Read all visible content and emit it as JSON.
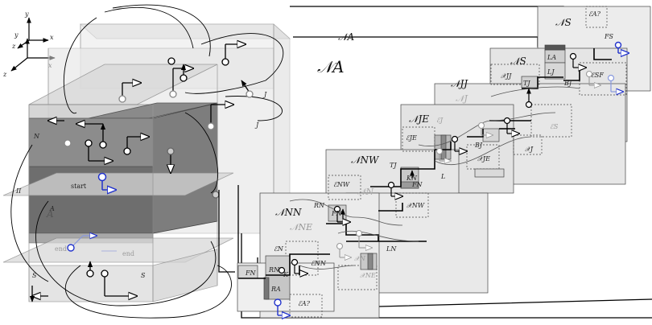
{
  "axes": {
    "y": "y",
    "x": "x",
    "z": "z"
  },
  "left_cube": {
    "label_N": "N",
    "label_J_top": "J",
    "label_J_mid": "J",
    "label_II": "II",
    "label_A": "A",
    "label_A_shadow": "A",
    "label_S_left": "S",
    "label_S_right": "S",
    "start": "start",
    "end_left": "end",
    "end_right": "end"
  },
  "right_tree": {
    "NA_big": "𝒩A",
    "NA_top": "𝒩A",
    "NS_top": "𝒩S",
    "NS_mid": "𝒩S",
    "EA_top": "ℰA?",
    "FS": "FS",
    "LA": "LA",
    "LJ": "LJ",
    "XJJ": "𝒳JJ",
    "TJ": "TJ",
    "BJ_top": "BJ",
    "ESF": "ℰSF",
    "NJJ": "𝒩JJ",
    "NJ_faded": "𝒩J",
    "NJE": "𝒩JE",
    "EJ": "ℰJ",
    "EJE": "ℰJE",
    "ES": "ℰS",
    "BJ": "BJ",
    "XJE": "𝒳JE",
    "XJ": "𝒳J",
    "NNW": "𝒩NW",
    "TJ2": "TJ",
    "KN": "KN",
    "FN_mid": "FN",
    "ENW": "ℰNW",
    "NN_faded": "𝒩N",
    "L": "L",
    "XNW": "𝒳NW",
    "NNN": "𝒩NN",
    "RN_top": "RN",
    "FN_box": "FN",
    "NNE": "𝒩NE",
    "EN": "ℰN",
    "ENN": "ℰNN",
    "LN": "LN",
    "XN_faded": "𝒳N",
    "XNE": "𝒳NE",
    "FN": "FN",
    "RN": "RN",
    "K": "K",
    "RA": "RA",
    "EA_bottom": "ℰA?"
  },
  "colors": {
    "blue": "#2233cc",
    "light_blue": "#8899dd",
    "dark_block": "#6e6e6e",
    "mid_block": "#9c9c9c",
    "light_box": "#e9e9e9"
  }
}
